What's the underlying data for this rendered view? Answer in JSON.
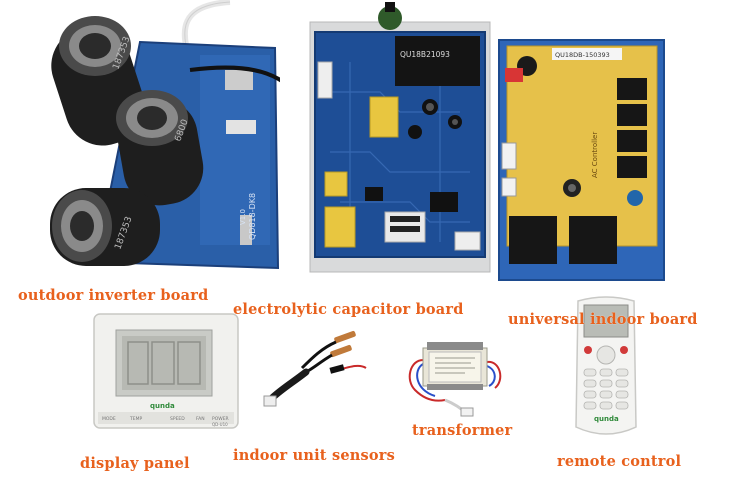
{
  "labels": {
    "outdoor_inverter_board": "outdoor inverter board",
    "electrolytic_capacitor_board": "electrolytic capacitor board",
    "universal_indoor_board": "universal indoor board",
    "display_panel": "display panel",
    "indoor_unit_sensors": "indoor unit sensors",
    "transformer": "transformer",
    "remote_control": "remote control"
  },
  "board_markings": {
    "inverter_silkscreen": "QD818-DK8",
    "inverter_version": "V1.0",
    "capacitor_code": "6800",
    "capacitor_sleeve": "187353",
    "center_board_code": "QU18B21093",
    "indoor_board_code": "QU18DB-150393",
    "indoor_board_title": "AC Controller",
    "display_brand": "qunda",
    "display_model": "QD-U10",
    "remote_brand": "qunda"
  },
  "display_panel_buttons": [
    "MODE",
    "TEMP",
    "SPEED",
    "FAN",
    "POWER"
  ],
  "colors": {
    "label": "#e8611d",
    "pcb_blue": "#2a5fa8",
    "pcb_dark_blue": "#1b3f7a",
    "pcb_yellow": "#e6c14a",
    "capacitor_black": "#1e1e1e",
    "relay_black": "#161616",
    "panel_white": "#f1f1ee"
  }
}
